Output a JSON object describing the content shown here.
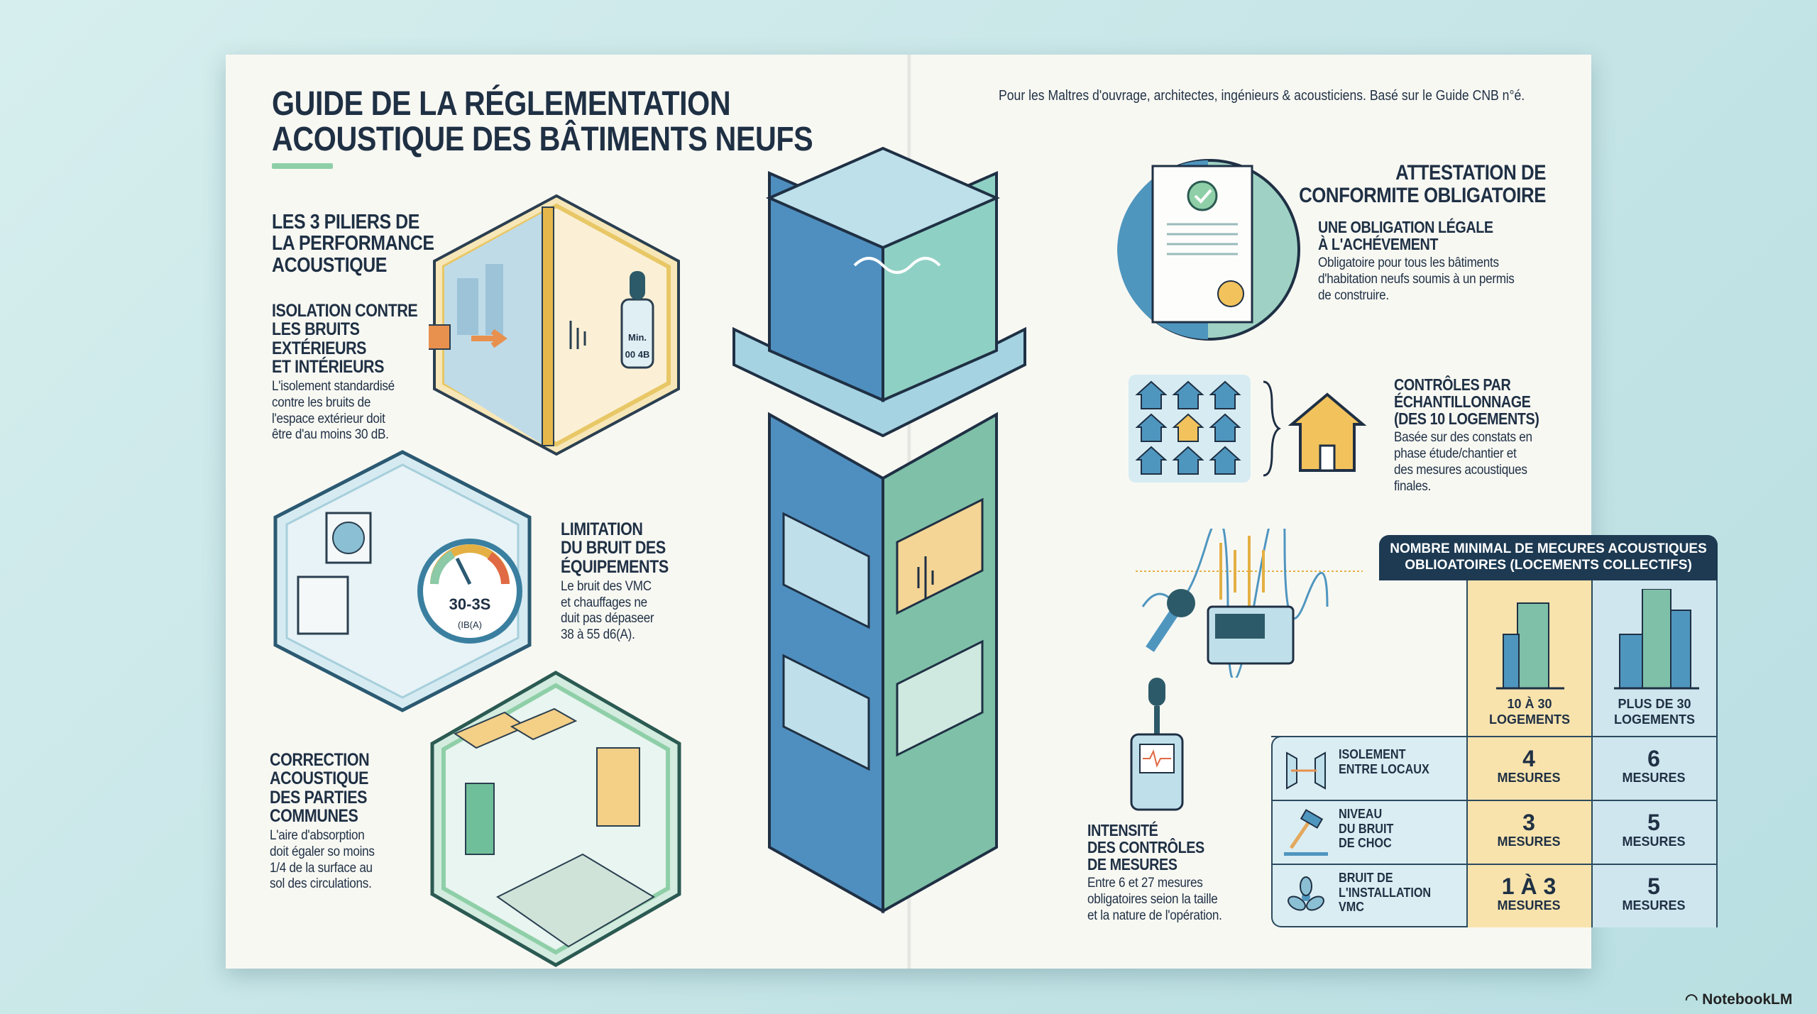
{
  "header": {
    "title_line1": "GUIDE DE LA RÉGLEMENTATION",
    "title_line2": "ACOUSTIQUE DES BÂTIMENTS NEUFS",
    "subtitle": "Pour les Maltres d'ouvrage, architectes, ingénieurs & acousticiens. Basé sur le Guide CNB n°é."
  },
  "pillars": {
    "heading": [
      "LES 3 PILIERS DE",
      "LA PERFORMANCE",
      "ACOUSTIQUE"
    ],
    "items": [
      {
        "title": [
          "ISOLATION CONTRE",
          "LES BRUITS",
          "EXTÉRIEURS",
          "ET INTÉRIEURS"
        ],
        "body": [
          "L'isolement standardisé",
          "contre les bruits de",
          "l'espace extérieur doit",
          "être d'au moins 30 dB."
        ],
        "meter_label": [
          "Min.",
          "00 4B"
        ]
      },
      {
        "title": [
          "LIMITATION",
          "DU BRUIT DES",
          "ÉQUIPEMENTS"
        ],
        "body": [
          "Le bruit des VMC",
          "et chauffages ne",
          "duit pas dépaseer",
          "38 à 55 d6(A)."
        ],
        "gauge_value": "30-3S",
        "gauge_unit": "(IB(A)"
      },
      {
        "title": [
          "CORRECTION",
          "ACOUSTIQUE",
          "DES PARTIES",
          "COMMUNES"
        ],
        "body": [
          "L'aire d'absorption",
          "doit égaler so moins",
          "1/4 de la surface au",
          "sol des circulations."
        ]
      }
    ]
  },
  "attestation": {
    "title": [
      "ATTESTATION DE",
      "CONFORMITE OBLIGATOIRE"
    ],
    "subtitle": [
      "UNE OBLIGATION LÉGALE",
      "À L'ACHÉVEMENT"
    ],
    "body": [
      "Obligatoire pour tous les bâtiments",
      "d'habitation neufs soumis à un permis",
      "de construire."
    ]
  },
  "controles": {
    "title": [
      "CONTRÔLES PAR",
      "ÉCHANTILLONNAGE",
      "(DES 10 LOGEMENTS)"
    ],
    "body": [
      "Basée sur des constats en",
      "phase étude/chantier et",
      "des mesures acoustiques",
      "finales."
    ]
  },
  "intensite": {
    "title": [
      "INTENSITÉ",
      "DES CONTRÔLES",
      "DE MESURES"
    ],
    "body": [
      "Entre 6 et 27 mesures",
      "obligatoires seion la taille",
      "et la nature de l'opération."
    ]
  },
  "table": {
    "title": [
      "NOMBRE MINIMAL DE MECURES ACOUSTIQUES",
      "OBLIOATOIRES (LOCEMENTS COLLECTIFS)"
    ],
    "columns": [
      [
        "10 À 30",
        "LOGEMENTS"
      ],
      [
        "PLUS DE 30",
        "LOGEMENTS"
      ]
    ],
    "rows": [
      {
        "label": [
          "ISOLEMENT",
          "ENTRE LOCAUX"
        ],
        "icon": "wall-icon",
        "values": [
          "4",
          "6"
        ]
      },
      {
        "label": [
          "NIVEAU",
          "DU BRUIT",
          "DE CHOC"
        ],
        "icon": "hammer-icon",
        "values": [
          "3",
          "5"
        ]
      },
      {
        "label": [
          "BRUIT DE",
          "L'INSTALLATION",
          "VMC"
        ],
        "icon": "fan-icon",
        "values": [
          "1 À 3",
          "5"
        ]
      }
    ],
    "unit": "MESURES"
  },
  "watermark": "NotebookLM",
  "colors": {
    "navy": "#1d3a52",
    "yellow": "#f8e3ad",
    "blue": "#cfe6ee",
    "green": "#8fcfa8"
  }
}
